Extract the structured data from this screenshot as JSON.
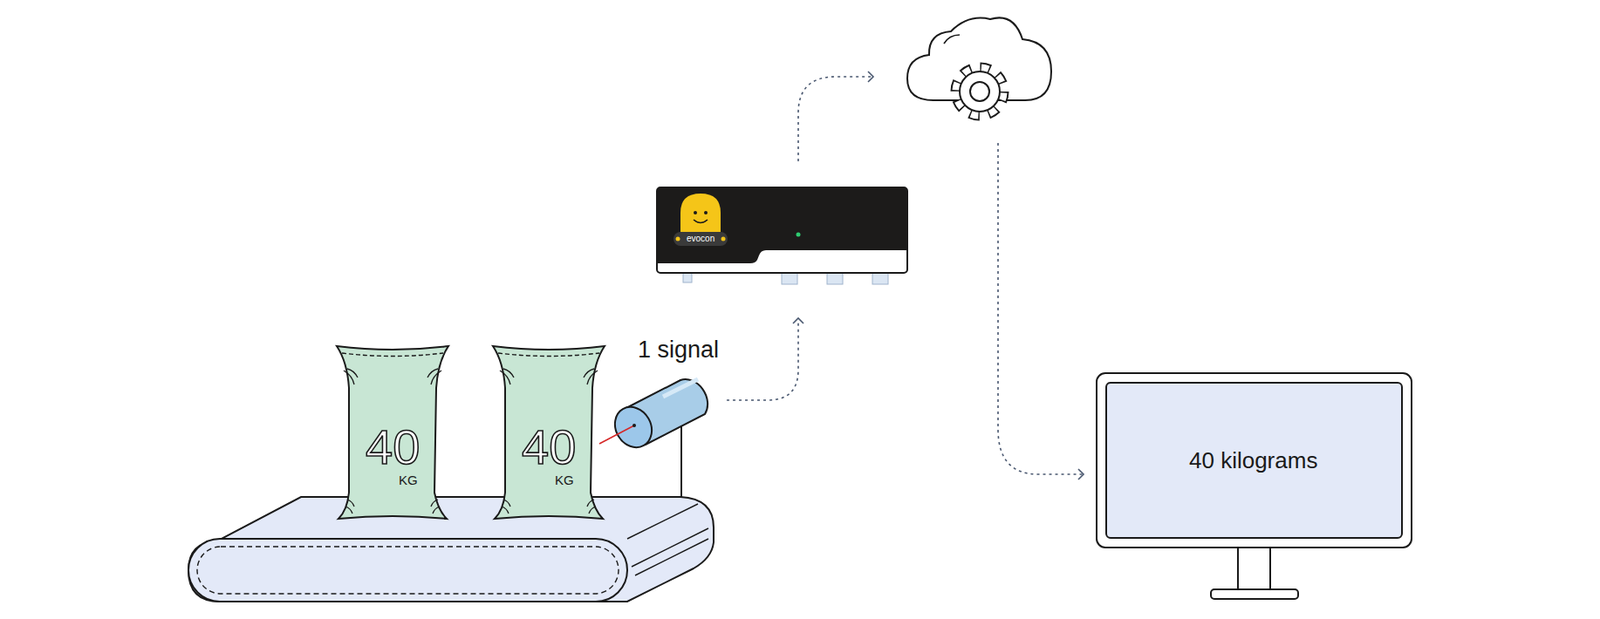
{
  "diagram": {
    "nodes": [
      {
        "text": [
          "40",
          "KG"
        ]
      },
      {
        "text": [
          "40",
          "KG"
        ]
      },
      {
        "text": [
          "evocon"
        ]
      },
      {
        "text": [
          "40 kilograms"
        ]
      }
    ],
    "labels": [
      "1 signal"
    ]
  }
}
